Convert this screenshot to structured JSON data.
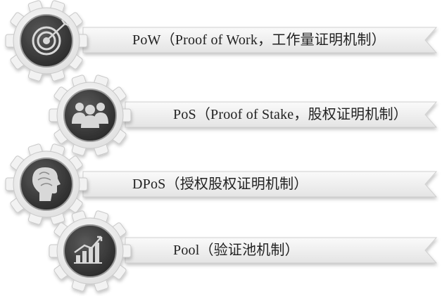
{
  "items": [
    {
      "label": "PoW（Proof of Work，工作量证明机制）",
      "icon": "target-arrow-icon"
    },
    {
      "label": "PoS（Proof of Stake，股权证明机制）",
      "icon": "people-group-icon"
    },
    {
      "label": "DPoS（授权股权证明机制）",
      "icon": "head-profile-icon"
    },
    {
      "label": "Pool（验证池机制）",
      "icon": "rising-bar-chart-icon"
    }
  ],
  "colors": {
    "gear_fill": "#f2f2f2",
    "gear_stroke": "#c8c8c8",
    "icon_circle": "#3f3f3f",
    "icon_glyph": "#d8d8d8",
    "banner_fill": "#f4f4f4",
    "banner_shadow": "#cfcfcf"
  }
}
